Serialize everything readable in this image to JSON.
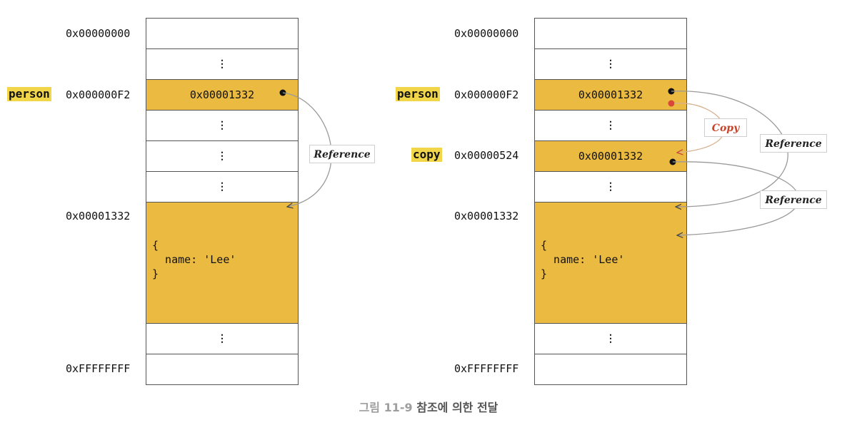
{
  "left": {
    "addresses": {
      "first": "0x00000000",
      "person": "0x000000F2",
      "object": "0x00001332",
      "last": "0xFFFFFFFF"
    },
    "variables": {
      "person": "person"
    },
    "cells": {
      "dots": "⋮",
      "person_value": "0x00001332",
      "object_text": "{\n  name: 'Lee'\n}"
    },
    "arrow_label": "Reference"
  },
  "right": {
    "addresses": {
      "first": "0x00000000",
      "person": "0x000000F2",
      "copy": "0x00000524",
      "object": "0x00001332",
      "last": "0xFFFFFFFF"
    },
    "variables": {
      "person": "person",
      "copy": "copy"
    },
    "cells": {
      "dots": "⋮",
      "person_value": "0x00001332",
      "copy_value": "0x00001332",
      "object_text": "{\n  name: 'Lee'\n}"
    },
    "copy_label": "Copy",
    "reference_label_1": "Reference",
    "reference_label_2": "Reference"
  },
  "caption": {
    "number": "그림 11-9",
    "text": "참조에 의한 전달"
  },
  "colors": {
    "cell_fill": "#ebba41",
    "variable_highlight": "#f2d64a",
    "copy_accent": "#c8442b",
    "border": "#555555"
  }
}
